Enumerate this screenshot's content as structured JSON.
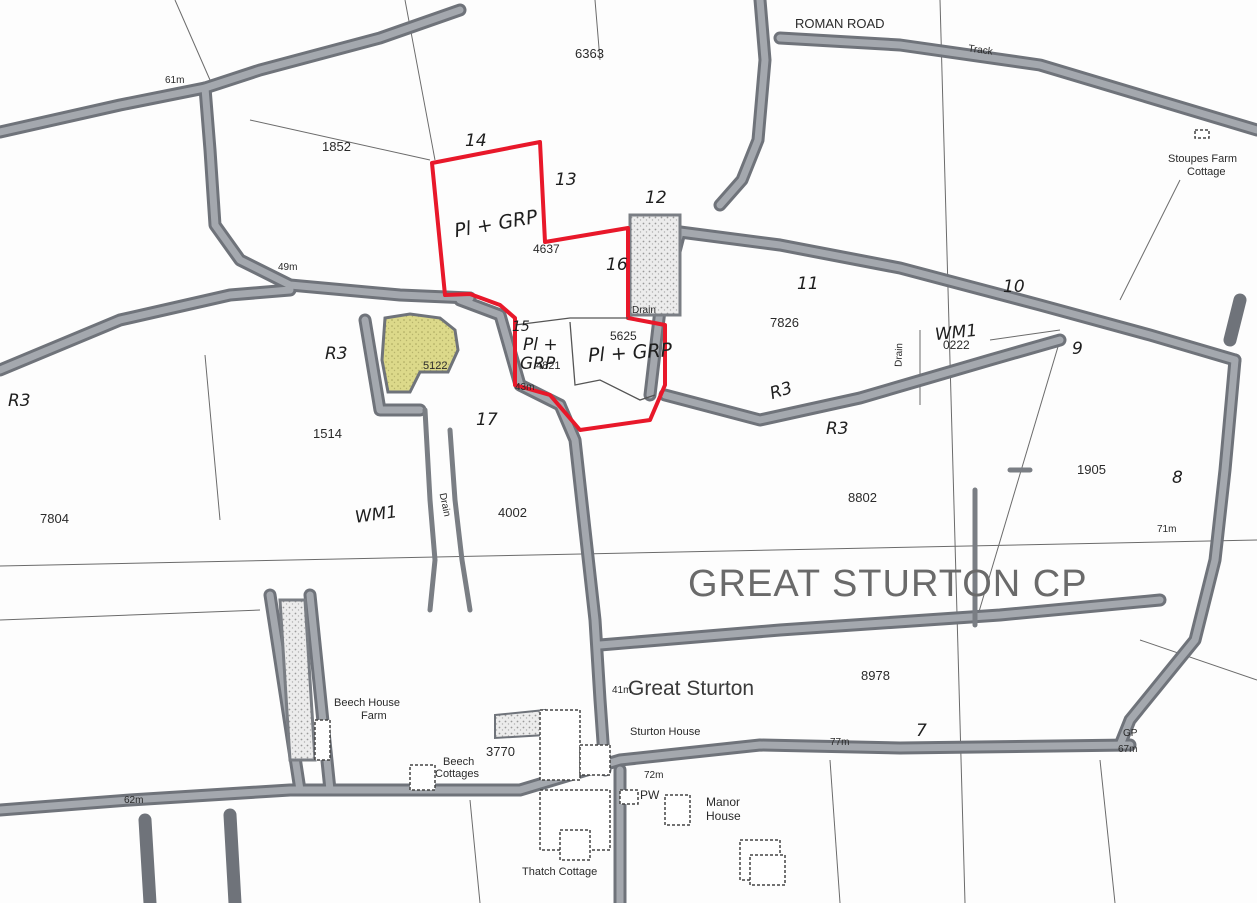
{
  "map": {
    "colors": {
      "road": "#8f949b",
      "road_edge": "#5f636a",
      "boundary": "#e8182a",
      "field_line": "#6b6b6b",
      "yellow_fill": "#dcd98a",
      "stipple": "#cfcfcf"
    },
    "roads": {
      "roman_road": "ROMAN ROAD",
      "track": "Track"
    },
    "parcels": {
      "p6363": "6363",
      "p1852": "1852",
      "p4637": "4637",
      "p7826": "7826",
      "p0222": "0222",
      "p5625": "5625",
      "p4821": "4821",
      "p5122": "5122",
      "p1514": "1514",
      "p7804": "7804",
      "p4002": "4002",
      "p8802": "8802",
      "p1905": "1905",
      "p8978": "8978",
      "p3770": "3770"
    },
    "places": {
      "parish": "GREAT STURTON CP",
      "village": "Great Sturton",
      "stoupes_1": "Stoupes Farm",
      "stoupes_2": "Cottage",
      "beech_farm_1": "Beech House",
      "beech_farm_2": "Farm",
      "beech_cott_1": "Beech",
      "beech_cott_2": "Cottages",
      "sturton_house": "Sturton House",
      "manor_1": "Manor",
      "manor_2": "House",
      "thatch": "Thatch Cottage",
      "pw": "PW",
      "gp": "GP"
    },
    "features": {
      "drain_a": "Drain",
      "drain_b": "Drain",
      "drain_c": "Drain"
    },
    "spot_heights": {
      "h61": "61m",
      "h49": "49m",
      "h62": "62m",
      "h71": "71m",
      "h72": "72m",
      "h77": "77m",
      "h67": "67m",
      "h43": "43m",
      "h41": "41m"
    },
    "annotations": {
      "n14": "14",
      "n13": "13",
      "n12": "12",
      "n16": "16",
      "n11": "11",
      "n10": "10",
      "n9": "9",
      "n8": "8",
      "n7": "7",
      "n15": "15",
      "n17": "17",
      "pl_grp_main": "Pl + GRP",
      "pl_grp_right": "Pl + GRP",
      "pl_grp_small_1": "Pl +",
      "pl_grp_small_2": "GRP",
      "r3_left": "R3",
      "r3_edge": "R3",
      "r3_mid": "R3",
      "r3_mid2": "R3",
      "wm1_left": "WM1",
      "wm1_right": "WM1"
    }
  }
}
